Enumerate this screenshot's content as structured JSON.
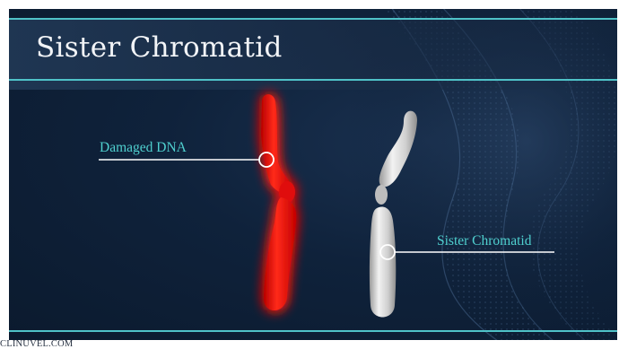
{
  "slide": {
    "title": "Sister Chromatid",
    "footer": "CLINUVEL.COM"
  },
  "labels": {
    "damaged": "Damaged DNA",
    "sister": "Sister Chromatid"
  },
  "colors": {
    "background": "#0f223b",
    "accent_teal": "#4fc2c8",
    "damaged_chromatid": "#e01010",
    "sister_chromatid": "#c8c8c8",
    "title_text": "#f2f4f7"
  },
  "icons": {
    "background": "dna-helix-icon"
  }
}
